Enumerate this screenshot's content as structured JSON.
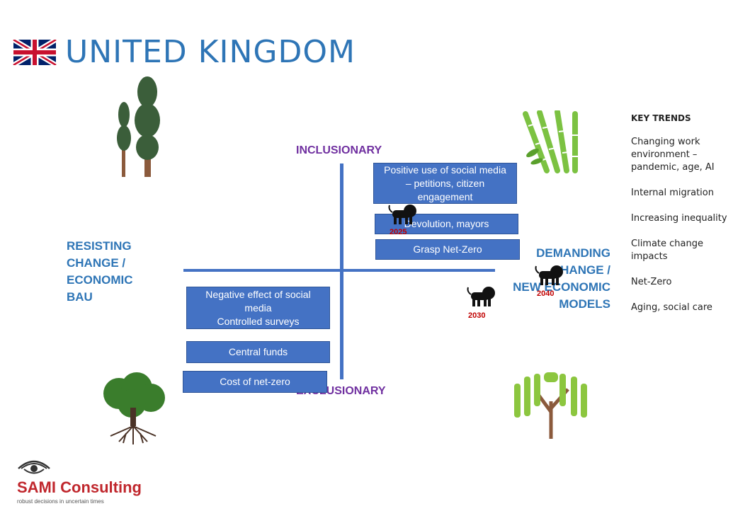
{
  "title": "UNITED KINGDOM",
  "icons": {
    "flag": "uk-flag-icon",
    "top_left": "redwood-trees-icon",
    "top_right": "bamboo-icon",
    "bottom_left": "oak-tree-icon",
    "bottom_right": "willow-tree-icon",
    "marker": "lion-icon",
    "logo": "eye-icon"
  },
  "axes": {
    "top": "INCLUSIONARY",
    "bottom": "EXCLUSIONARY",
    "left": [
      "RESISTING",
      "CHANGE /",
      "ECONOMIC",
      "BAU"
    ],
    "right": [
      "DEMANDING",
      "CHANGE /",
      "NEW ECONOMIC",
      "MODELS"
    ]
  },
  "upper_right_boxes": [
    {
      "lines": [
        "Positive use of social media",
        "– petitions, citizen",
        "engagement"
      ]
    },
    {
      "lines": [
        "Devolution, mayors"
      ]
    },
    {
      "lines": [
        "Grasp Net-Zero"
      ]
    }
  ],
  "lower_left_boxes": [
    {
      "lines": [
        "Negative  effect of social",
        "media",
        "Controlled surveys"
      ]
    },
    {
      "lines": [
        "Central  funds"
      ]
    },
    {
      "lines": [
        "Cost of net-zero"
      ]
    }
  ],
  "markers": [
    {
      "year": "2025"
    },
    {
      "year": "2030"
    },
    {
      "year": "2040"
    }
  ],
  "key_trends": {
    "heading": "KEY TRENDS",
    "items": [
      "Changing work environment – pandemic, age, AI",
      "Internal  migration",
      "Increasing inequality",
      "Climate  change impacts",
      "Net-Zero",
      "Aging,  social care"
    ]
  },
  "brand": {
    "name": "SAMI Consulting",
    "tagline": "robust decisions in uncertain times"
  },
  "colors": {
    "title": "#2e75b6",
    "axis": "#4472c4",
    "axis_label": "#7030a0",
    "side_label": "#2e75b6",
    "box": "#4472c4",
    "year": "#c00000",
    "brand": "#c0272d"
  }
}
